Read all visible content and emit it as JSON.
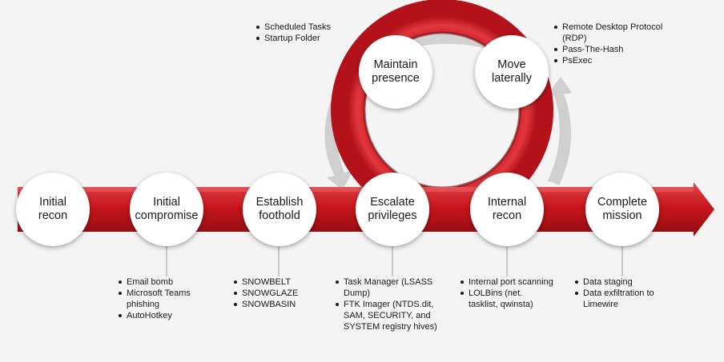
{
  "stages": [
    {
      "label": "Initial\nrecon"
    },
    {
      "label": "Initial\ncompromise"
    },
    {
      "label": "Establish\nfoothold"
    },
    {
      "label": "Escalate\nprivileges"
    },
    {
      "label": "Internal\nrecon"
    },
    {
      "label": "Complete\nmission"
    },
    {
      "label": "Maintain\npresence"
    },
    {
      "label": "Move\nlaterally"
    }
  ],
  "details": {
    "initial_compromise": [
      "Email bomb",
      "Microsoft Teams phishing",
      "AutoHotkey"
    ],
    "establish_foothold": [
      "SNOWBELT",
      "SNOWGLAZE",
      "SNOWBASIN"
    ],
    "escalate_privileges": [
      "Task Manager (LSASS Dump)",
      "FTK Imager (NTDS.dit, SAM, SECURITY, and SYSTEM registry hives)"
    ],
    "internal_recon": [
      "Internal port scanning",
      "LOLBins (net. tasklist, qwinsta)"
    ],
    "complete_mission": [
      "Data staging",
      "Data exfiltration to Limewire"
    ],
    "maintain_presence": [
      "Scheduled Tasks",
      "Startup Folder"
    ],
    "move_laterally": [
      "Remote Desktop Protocol (RDP)",
      "Pass-The-Hash",
      "PsExec"
    ]
  },
  "colors": {
    "arrow_red": "#c8161d",
    "arrow_dark": "#8e0c10",
    "cycle_arrow_gray": "#cfcfcf",
    "node_fill": "#ffffff",
    "background": "#f4f4f4"
  }
}
